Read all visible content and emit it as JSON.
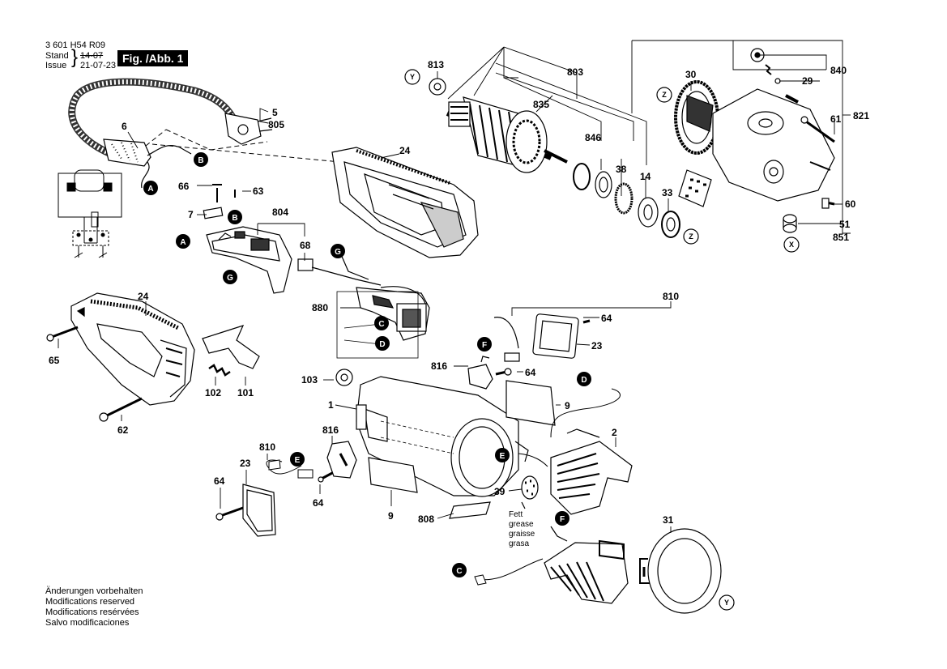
{
  "header": {
    "doc_number": "3 601 H54 R09",
    "stand_label": "Stand",
    "issue_label": "Issue",
    "stand_date": "14-07",
    "issue_date": "21-07-23",
    "figure_label": "Fig. /Abb. 1"
  },
  "footer": {
    "lines": [
      "Änderungen vorbehalten",
      "Modifications reserved",
      "Modifications resérvées",
      "Salvo modificaciones"
    ]
  },
  "grease_note": [
    "Fett",
    "grease",
    "graisse",
    "grasa"
  ],
  "parts": [
    {
      "id": "p5",
      "text": "5"
    },
    {
      "id": "p805",
      "text": "805"
    },
    {
      "id": "p6",
      "text": "6"
    },
    {
      "id": "p66",
      "text": "66"
    },
    {
      "id": "p63",
      "text": "63"
    },
    {
      "id": "p7",
      "text": "7"
    },
    {
      "id": "p804",
      "text": "804"
    },
    {
      "id": "p68",
      "text": "68"
    },
    {
      "id": "p24a",
      "text": "24"
    },
    {
      "id": "p880",
      "text": "880"
    },
    {
      "id": "p24b",
      "text": "24"
    },
    {
      "id": "p65",
      "text": "65"
    },
    {
      "id": "p102",
      "text": "102"
    },
    {
      "id": "p101",
      "text": "101"
    },
    {
      "id": "p62",
      "text": "62"
    },
    {
      "id": "p813",
      "text": "813"
    },
    {
      "id": "p803",
      "text": "803"
    },
    {
      "id": "p835",
      "text": "835"
    },
    {
      "id": "p846",
      "text": "846"
    },
    {
      "id": "p38",
      "text": "38"
    },
    {
      "id": "p14",
      "text": "14"
    },
    {
      "id": "p33",
      "text": "33"
    },
    {
      "id": "p30",
      "text": "30"
    },
    {
      "id": "p840",
      "text": "840"
    },
    {
      "id": "p29",
      "text": "29"
    },
    {
      "id": "p821",
      "text": "821"
    },
    {
      "id": "p61",
      "text": "61"
    },
    {
      "id": "p60",
      "text": "60"
    },
    {
      "id": "p51",
      "text": "51"
    },
    {
      "id": "p851",
      "text": "851"
    },
    {
      "id": "p810a",
      "text": "810"
    },
    {
      "id": "p64a",
      "text": "64"
    },
    {
      "id": "p23a",
      "text": "23"
    },
    {
      "id": "p816a",
      "text": "816"
    },
    {
      "id": "p64b",
      "text": "64"
    },
    {
      "id": "p103",
      "text": "103"
    },
    {
      "id": "p1",
      "text": "1"
    },
    {
      "id": "p9a",
      "text": "9"
    },
    {
      "id": "p2",
      "text": "2"
    },
    {
      "id": "p816b",
      "text": "816"
    },
    {
      "id": "p810b",
      "text": "810"
    },
    {
      "id": "p23b",
      "text": "23"
    },
    {
      "id": "p64c",
      "text": "64"
    },
    {
      "id": "p64d",
      "text": "64"
    },
    {
      "id": "p9b",
      "text": "9"
    },
    {
      "id": "p808",
      "text": "808"
    },
    {
      "id": "p39",
      "text": "39"
    },
    {
      "id": "p31",
      "text": "31"
    }
  ],
  "callouts": [
    {
      "id": "cB1",
      "text": "B"
    },
    {
      "id": "cA1",
      "text": "A"
    },
    {
      "id": "cB2",
      "text": "B"
    },
    {
      "id": "cA2",
      "text": "A"
    },
    {
      "id": "cG1",
      "text": "G"
    },
    {
      "id": "cG2",
      "text": "G"
    },
    {
      "id": "cC1",
      "text": "C"
    },
    {
      "id": "cD1",
      "text": "D"
    },
    {
      "id": "cF1",
      "text": "F"
    },
    {
      "id": "cD2",
      "text": "D"
    },
    {
      "id": "cE1",
      "text": "E"
    },
    {
      "id": "cE2",
      "text": "E"
    },
    {
      "id": "cF2",
      "text": "F"
    },
    {
      "id": "cC2",
      "text": "C"
    },
    {
      "id": "cY1",
      "text": "Y"
    },
    {
      "id": "cZ1",
      "text": "Z"
    },
    {
      "id": "cZ2",
      "text": "Z"
    },
    {
      "id": "cX1",
      "text": "X"
    },
    {
      "id": "cY2",
      "text": "Y"
    }
  ]
}
